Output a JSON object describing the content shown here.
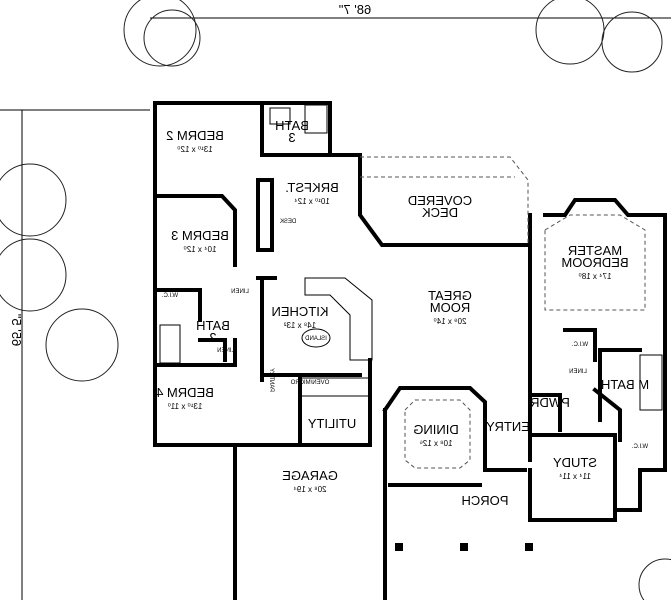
{
  "dimensions": {
    "width": "68' 7\"",
    "depth": "65' 5\""
  },
  "text_orientation": "mirrored",
  "rooms": [
    {
      "key": "bedrm2",
      "name": "BEDRM 2",
      "size": "13¹⁰ x 12⁰"
    },
    {
      "key": "bath3",
      "name": "BATH 3"
    },
    {
      "key": "brkfst",
      "name": "BRKFST.",
      "size": "10¹⁰ x 12⁴"
    },
    {
      "key": "deck",
      "name": "COVERED DECK"
    },
    {
      "key": "bedrm3",
      "name": "BEDRM 3",
      "size": "10⁴ x 12⁰"
    },
    {
      "key": "master",
      "name": "MASTER BEDROOM",
      "size": "17⁴ x 18⁰"
    },
    {
      "key": "kitchen",
      "name": "KITCHEN",
      "size": "14⁸ x 13²"
    },
    {
      "key": "great",
      "name": "GREAT ROOM",
      "size": "20⁹ x 14⁰"
    },
    {
      "key": "bath2",
      "name": "BATH 2"
    },
    {
      "key": "mbath",
      "name": "M BATH"
    },
    {
      "key": "pwdr",
      "name": "PWDR"
    },
    {
      "key": "bedrm4",
      "name": "BEDRM 4",
      "size": "13¹⁰ x 11⁰"
    },
    {
      "key": "utility",
      "name": "UTILITY"
    },
    {
      "key": "dining",
      "name": "DINING",
      "size": "10⁸ x 12⁶"
    },
    {
      "key": "entry",
      "name": "ENTRY"
    },
    {
      "key": "study",
      "name": "STUDY",
      "size": "11⁴ x 11⁴"
    },
    {
      "key": "garage",
      "name": "GARAGE",
      "size": "20⁸ x 19⁴"
    },
    {
      "key": "porch",
      "name": "PORCH"
    }
  ],
  "fixtures": {
    "desk": "DESK",
    "island": "ISLAND",
    "pantry": "PANTRY",
    "oven": "OVEN/MICRO",
    "wic1": "W.I.C.",
    "wic2": "W.I.C.",
    "wic3": "W.I.C.",
    "linen1": "LINEN",
    "linen2": "LINEN",
    "linen3": "LINEN"
  }
}
